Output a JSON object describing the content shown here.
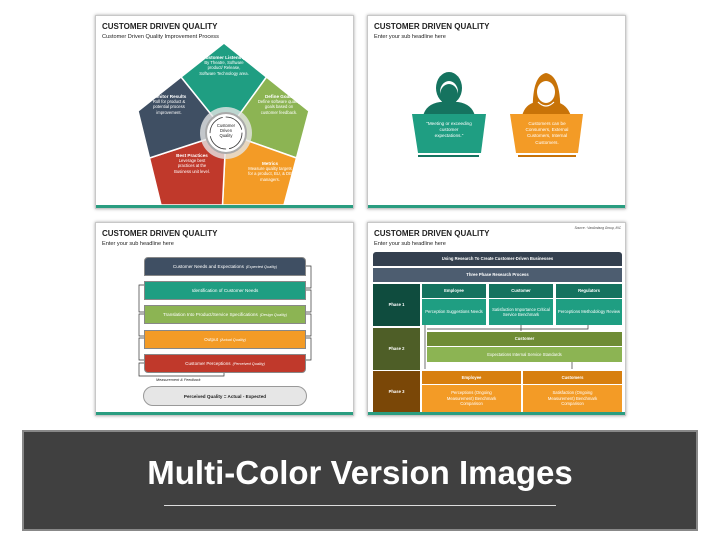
{
  "colors": {
    "teal": "#1f9e82",
    "dark_teal": "#15735f",
    "green": "#8cb453",
    "orange": "#f39b26",
    "dark_orange": "#c87308",
    "red": "#c0392b",
    "navy": "#3f4f63",
    "banner": "#404040"
  },
  "slide1": {
    "title": "CUSTOMER DRIVEN QUALITY",
    "subtitle": "Customer Driven Quality Improvement Process",
    "center": "Customer Driven Quality",
    "segments": [
      {
        "title": "Customer Listening",
        "text": "By Theatre, Software product/ Release, Software Technology area."
      },
      {
        "title": "Define Goals",
        "text": "Define software quality goals based on customer feedback."
      },
      {
        "title": "Metrics",
        "text": "Measure quality targets for a product, BU, & DE managers."
      },
      {
        "title": "Best Practices",
        "text": "Leverage best practices at the Business unit level."
      },
      {
        "title": "Monitor Results",
        "text": "Roll for product & potential process improvement."
      }
    ]
  },
  "slide2": {
    "title": "CUSTOMER DRIVEN QUALITY",
    "subtitle": "Enter your sub headline here",
    "left_text": "\"Meeting or exceeding customer expectations.\"",
    "right_text": "Customers can be Consumers, External Customers, Internal Customers."
  },
  "slide3": {
    "title": "CUSTOMER DRIVEN QUALITY",
    "subtitle": "Enter your sub headline here",
    "bars": [
      {
        "label": "Customer Needs and Expectations",
        "note": "(Expected Quality)"
      },
      {
        "label": "Identification of Customer Needs",
        "note": ""
      },
      {
        "label": "Translation Into Product/Service Specifications",
        "note": "(Design Quality)"
      },
      {
        "label": "Output",
        "note": "(Actual Quality)"
      },
      {
        "label": "Customer Perceptions",
        "note": "(Perceived Quality)"
      }
    ],
    "feedback": "Measurement & Feedback",
    "formula": "Perceived Quality = Actual - Expected"
  },
  "slide4": {
    "title": "CUSTOMER DRIVEN QUALITY",
    "subtitle": "Enter your sub headline here",
    "source": "Source : VanAmburg Group, INC",
    "header1": "Using Research To Create Customer-Driven Businesses",
    "header2": "Three Phase Research Process",
    "phases": [
      "Phase 1",
      "Phase 2",
      "Phase 3"
    ],
    "p1": [
      {
        "h": "Employee",
        "t": "Perception Suggestions Needs"
      },
      {
        "h": "Customer",
        "t": "Satisfaction Importance Critical Service Benchmark"
      },
      {
        "h": "Regulators",
        "t": "Perceptions Methodology Review"
      }
    ],
    "p2": {
      "h": "Customer",
      "t": "Expectations Internal Service Standards"
    },
    "p3": [
      {
        "h": "Employee",
        "t": "Perceptions (Ongoing Measurement) Benchmark Comparison"
      },
      {
        "h": "Customers",
        "t": "Satisfaction (Ongoing Measurement) Benchmark Comparison"
      }
    ]
  },
  "banner": "Multi-Color Version Images"
}
